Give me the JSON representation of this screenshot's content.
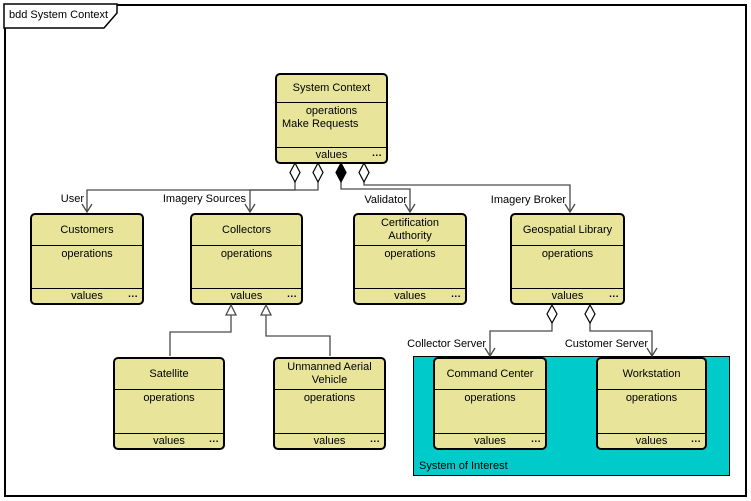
{
  "frame": {
    "title": "bdd System Context"
  },
  "colors": {
    "block_fill": "#E8E59B",
    "block_border": "#000000",
    "region_fill": "#00CBCB",
    "connector": "#4A4A4A"
  },
  "region": {
    "label": "System of Interest"
  },
  "blocks": {
    "system_context": {
      "title": "System Context",
      "operations_label": "operations",
      "operation_item": "Make Requests",
      "values_label": "values",
      "more": "..."
    },
    "customers": {
      "title": "Customers",
      "operations_label": "operations",
      "values_label": "values",
      "more": "..."
    },
    "collectors": {
      "title": "Collectors",
      "operations_label": "operations",
      "values_label": "values",
      "more": "..."
    },
    "certification_authority": {
      "title": "Certification",
      "title2": "Authority",
      "operations_label": "operations",
      "values_label": "values",
      "more": "..."
    },
    "geospatial_library": {
      "title": "Geospatial Library",
      "operations_label": "operations",
      "values_label": "values",
      "more": "..."
    },
    "satellite": {
      "title": "Satellite",
      "operations_label": "operations",
      "values_label": "values",
      "more": "..."
    },
    "unmanned_aerial_vehicle": {
      "title": "Unmanned Aerial",
      "title2": "Vehicle",
      "operations_label": "operations",
      "values_label": "values",
      "more": "..."
    },
    "command_center": {
      "title": "Command Center",
      "operations_label": "operations",
      "values_label": "values",
      "more": "..."
    },
    "workstation": {
      "title": "Workstation",
      "operations_label": "operations",
      "values_label": "values",
      "more": "..."
    }
  },
  "connectors": {
    "user_label": "User",
    "imagery_sources_label": "Imagery Sources",
    "validator_label": "Validator",
    "imagery_broker_label": "Imagery Broker",
    "collector_server_label": "Collector Server",
    "customer_server_label": "Customer Server"
  }
}
